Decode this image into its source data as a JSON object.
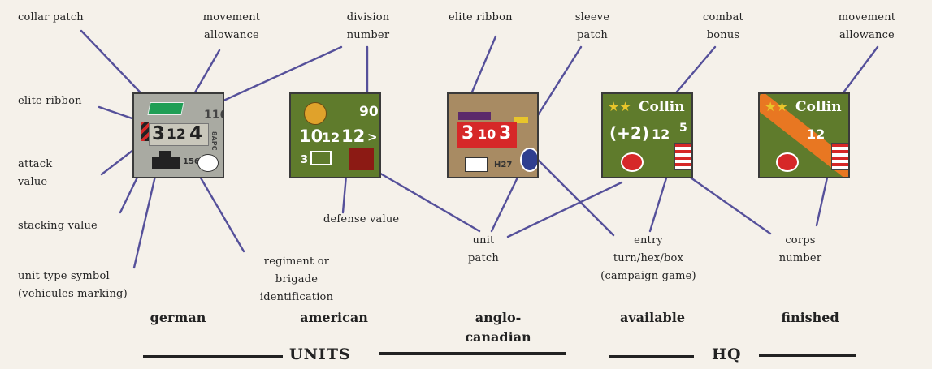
{
  "labels": {
    "collar_patch": "collar patch",
    "movement_allowance_1": [
      "movement",
      "allowance"
    ],
    "division_number": [
      "division",
      "number"
    ],
    "elite_ribbon_top": "elite ribbon",
    "sleeve_patch": [
      "sleeve",
      "patch"
    ],
    "combat_bonus": [
      "combat",
      "bonus"
    ],
    "movement_allowance_2": [
      "movement",
      "allowance"
    ],
    "elite_ribbon_left": "elite ribbon",
    "attack_value": [
      "attack",
      "value"
    ],
    "stacking_value": "stacking value",
    "unit_type_symbol": [
      "unit type symbol",
      "(vehicules marking)"
    ],
    "regiment_id": [
      "regiment or",
      "brigade",
      "identification"
    ],
    "defense_value": "defense value",
    "unit_patch": [
      "unit",
      "patch"
    ],
    "entry": [
      "entry",
      "turn/hex/box",
      "(campaign game)"
    ],
    "corps_number": [
      "corps",
      "number"
    ]
  },
  "captions": {
    "german": "german",
    "american": "american",
    "anglo_canadian": [
      "anglo-",
      "canadian"
    ],
    "available": "available",
    "finished": "finished"
  },
  "sections": {
    "units": "UNITS",
    "hq": "HQ"
  },
  "counters": {
    "german": {
      "division": "116",
      "attack": "3",
      "defense": "12",
      "movement": "4",
      "side_code": "8APC",
      "regiment": "156",
      "color": "#a9aaa2"
    },
    "american": {
      "division": "90",
      "attack": "10",
      "defense": "12",
      "movement": "12",
      "stacking": "3",
      "color": "#5f7b2c"
    },
    "anglo_canadian": {
      "attack": "3",
      "defense": "10",
      "movement": "3",
      "entry": "H27",
      "color": "#a88b63"
    },
    "available": {
      "name": "Collin",
      "bonus": "(+2)",
      "movement": "12",
      "corps": "5",
      "color": "#5f7b2c"
    },
    "finished": {
      "name": "Collin",
      "movement": "12",
      "color": "#5f7b2c"
    }
  },
  "colors": {
    "leader_line": "#55509a",
    "ribbon_red": "#d62828",
    "patch_green": "#1f9e55",
    "orange_stripe": "#e87722"
  }
}
